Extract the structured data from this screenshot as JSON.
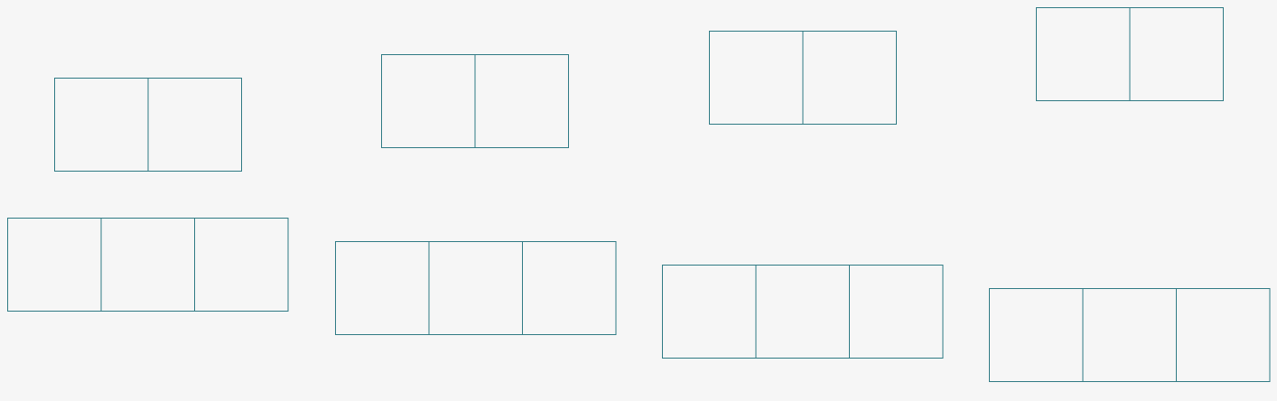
{
  "colors": {
    "background": "#f6f6f6",
    "stroke": "#2f7a84"
  },
  "groups": [
    {
      "cells": 2
    },
    {
      "cells": 2
    },
    {
      "cells": 2
    },
    {
      "cells": 2
    },
    {
      "cells": 3
    },
    {
      "cells": 3
    },
    {
      "cells": 3
    },
    {
      "cells": 3
    }
  ]
}
